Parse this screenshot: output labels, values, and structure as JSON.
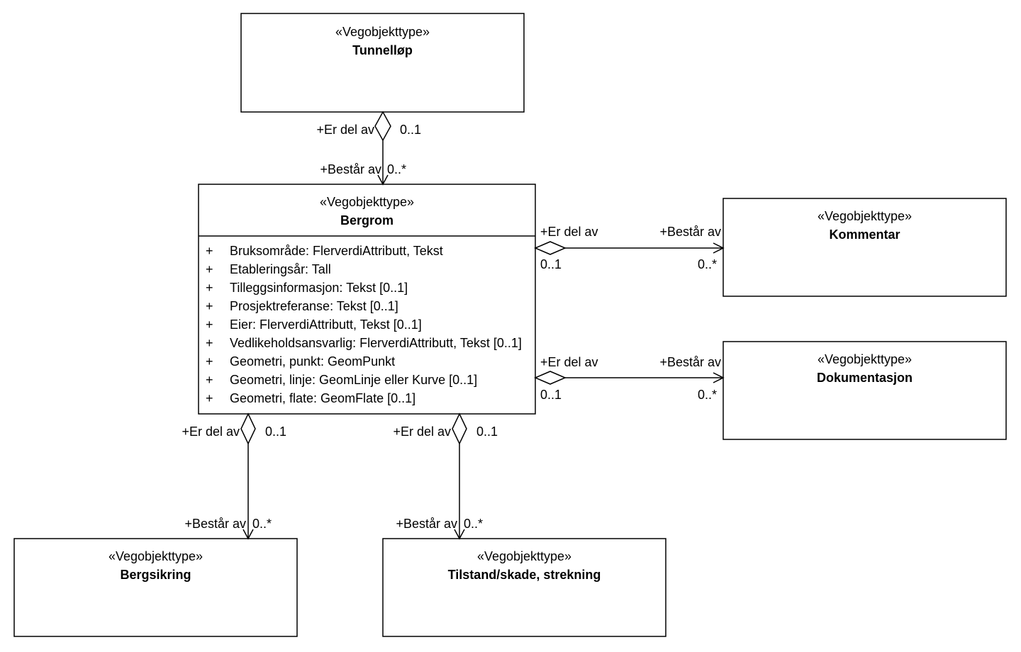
{
  "classes": [
    {
      "stereotype": "«Vegobjekttype»",
      "name": "Tunnelløp"
    },
    {
      "stereotype": "«Vegobjekttype»",
      "name": "Bergrom",
      "attributes": [
        {
          "visibility": "+",
          "text": "Bruksområde: FlerverdiAttributt, Tekst"
        },
        {
          "visibility": "+",
          "text": "Etableringsår: Tall"
        },
        {
          "visibility": "+",
          "text": "Tilleggsinformasjon: Tekst [0..1]"
        },
        {
          "visibility": "+",
          "text": "Prosjektreferanse: Tekst [0..1]"
        },
        {
          "visibility": "+",
          "text": "Eier: FlerverdiAttributt, Tekst [0..1]"
        },
        {
          "visibility": "+",
          "text": "Vedlikeholdsansvarlig: FlerverdiAttributt, Tekst [0..1]"
        },
        {
          "visibility": "+",
          "text": "Geometri, punkt: GeomPunkt"
        },
        {
          "visibility": "+",
          "text": "Geometri, linje: GeomLinje eller Kurve [0..1]"
        },
        {
          "visibility": "+",
          "text": "Geometri, flate: GeomFlate [0..1]"
        }
      ]
    },
    {
      "stereotype": "«Vegobjekttype»",
      "name": "Kommentar"
    },
    {
      "stereotype": "«Vegobjekttype»",
      "name": "Dokumentasjon"
    },
    {
      "stereotype": "«Vegobjekttype»",
      "name": "Bergsikring"
    },
    {
      "stereotype": "«Vegobjekttype»",
      "name": "Tilstand/skade, strekning"
    }
  ],
  "associations": [
    {
      "diamond_end": {
        "class": 0,
        "role": "+Er del av",
        "multiplicity": "0..1",
        "marker": "hollow-diamond-icon"
      },
      "arrow_end": {
        "class": 1,
        "role": "+Består av",
        "multiplicity": "0..*",
        "marker": "open-arrow-icon"
      }
    },
    {
      "diamond_end": {
        "class": 1,
        "role": "+Er del av",
        "multiplicity": "0..1",
        "marker": "hollow-diamond-icon"
      },
      "arrow_end": {
        "class": 2,
        "role": "+Består av",
        "multiplicity": "0..*",
        "marker": "open-arrow-icon"
      }
    },
    {
      "diamond_end": {
        "class": 1,
        "role": "+Er del av",
        "multiplicity": "0..1",
        "marker": "hollow-diamond-icon"
      },
      "arrow_end": {
        "class": 3,
        "role": "+Består av",
        "multiplicity": "0..*",
        "marker": "open-arrow-icon"
      }
    },
    {
      "diamond_end": {
        "class": 1,
        "role": "+Er del av",
        "multiplicity": "0..1",
        "marker": "hollow-diamond-icon"
      },
      "arrow_end": {
        "class": 4,
        "role": "+Består av",
        "multiplicity": "0..*",
        "marker": "open-arrow-icon"
      }
    },
    {
      "diamond_end": {
        "class": 1,
        "role": "+Er del av",
        "multiplicity": "0..1",
        "marker": "hollow-diamond-icon"
      },
      "arrow_end": {
        "class": 5,
        "role": "+Består av",
        "multiplicity": "0..*",
        "marker": "open-arrow-icon"
      }
    }
  ]
}
